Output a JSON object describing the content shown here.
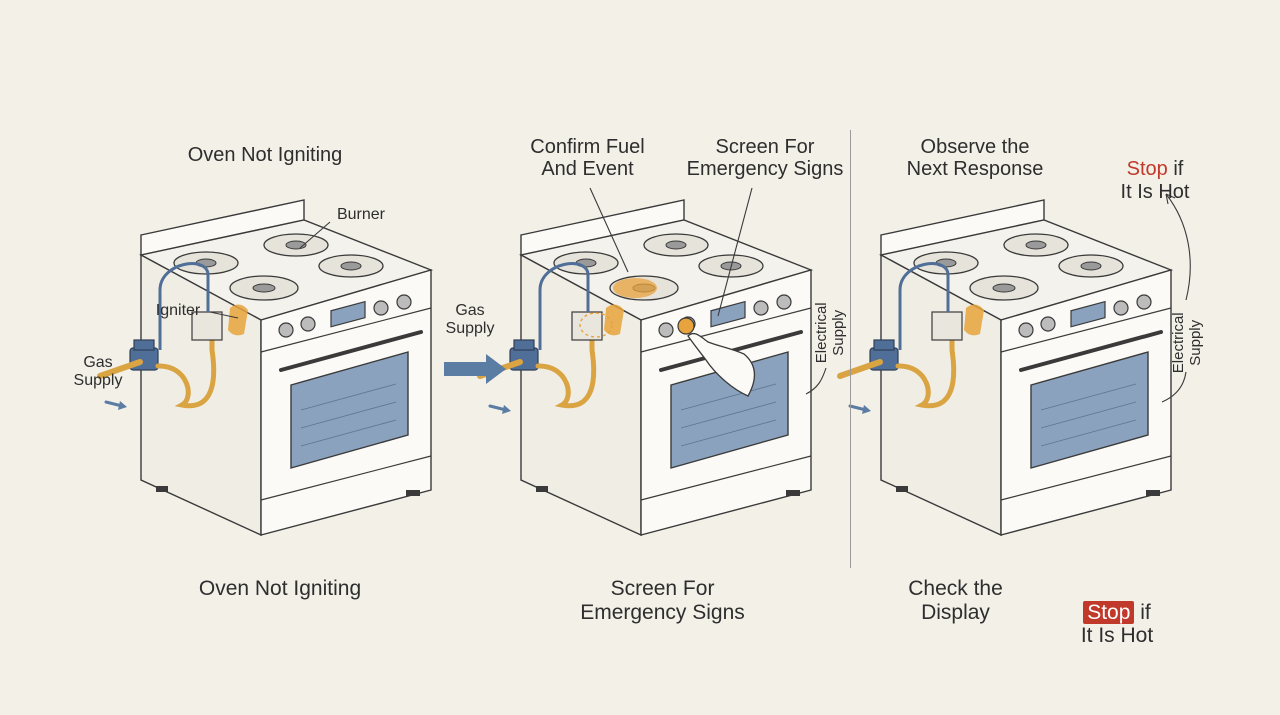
{
  "panel_1": {
    "heading": "Oven Not Igniting",
    "labels": {
      "burner": "Burner",
      "igniter": "Igniter",
      "gas_supply": "Gas\nSupply"
    },
    "caption": "Oven Not Igniting"
  },
  "arrow_label": "Gas\nSupply",
  "panel_2": {
    "heading_left": "Confirm Fuel\nAnd Event",
    "heading_right": "Screen For\nEmergency Signs",
    "side_label": "Electrical\nSupply",
    "caption": "Screen For\nEmergency Signs"
  },
  "panel_3": {
    "heading_left": "Observe the\nNext Response",
    "heading_right_stop": "Stop",
    "heading_right_rest": " if\nIt Is Hot",
    "side_label": "Electrical\nSupply",
    "caption_left": "Check the\nDisplay",
    "caption_right_stop": "Stop",
    "caption_right_rest": " if\nIt Is Hot"
  },
  "colors": {
    "background": "#f3f0e8",
    "line": "#3a3a3a",
    "stove_fill": "#fbfaf6",
    "oven_glass": "#8aa2bd",
    "gas_pipe": "#d9a441",
    "valve_blue": "#4f6e98",
    "igniter_spark": "#e8a33c",
    "accent_red": "#c0392b",
    "arrow_blue": "#5b7da3"
  },
  "icons": {
    "ignition_glow": "flame-glow-icon",
    "hand": "pointing-hand-icon",
    "flow_arrow": "right-arrow-icon"
  }
}
